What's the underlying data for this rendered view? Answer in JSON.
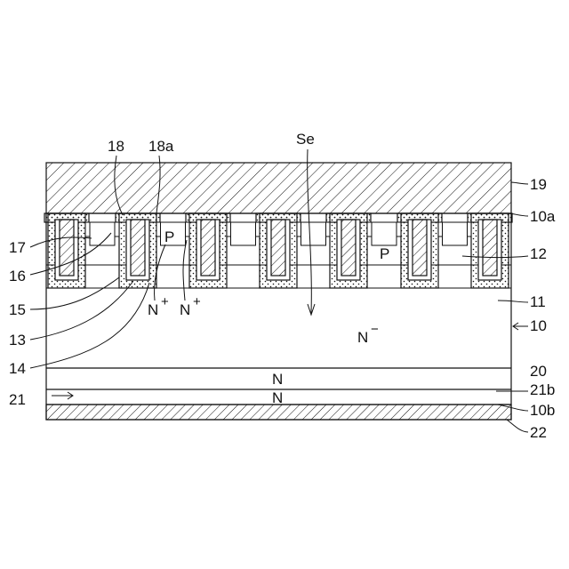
{
  "figure": {
    "region_labels": {
      "source_electrode_area": "Se",
      "p_region_left": "P",
      "p_region_right": "P",
      "n_plus_left": "N",
      "n_plus_right": "N",
      "n_plus_superscript": "+",
      "drift_region": "N",
      "drift_superscript": "−",
      "buffer_layer": "N",
      "collector_layer": "N"
    },
    "reference_numerals": {
      "r18": "18",
      "r18a": "18a",
      "r19": "19",
      "r10a": "10a",
      "r17": "17",
      "r16": "16",
      "r12": "12",
      "r15": "15",
      "r11": "11",
      "r13": "13",
      "r10": "10",
      "r14": "14",
      "r20": "20",
      "r21": "21",
      "r21b": "21b",
      "r10b": "10b",
      "r22": "22"
    }
  }
}
